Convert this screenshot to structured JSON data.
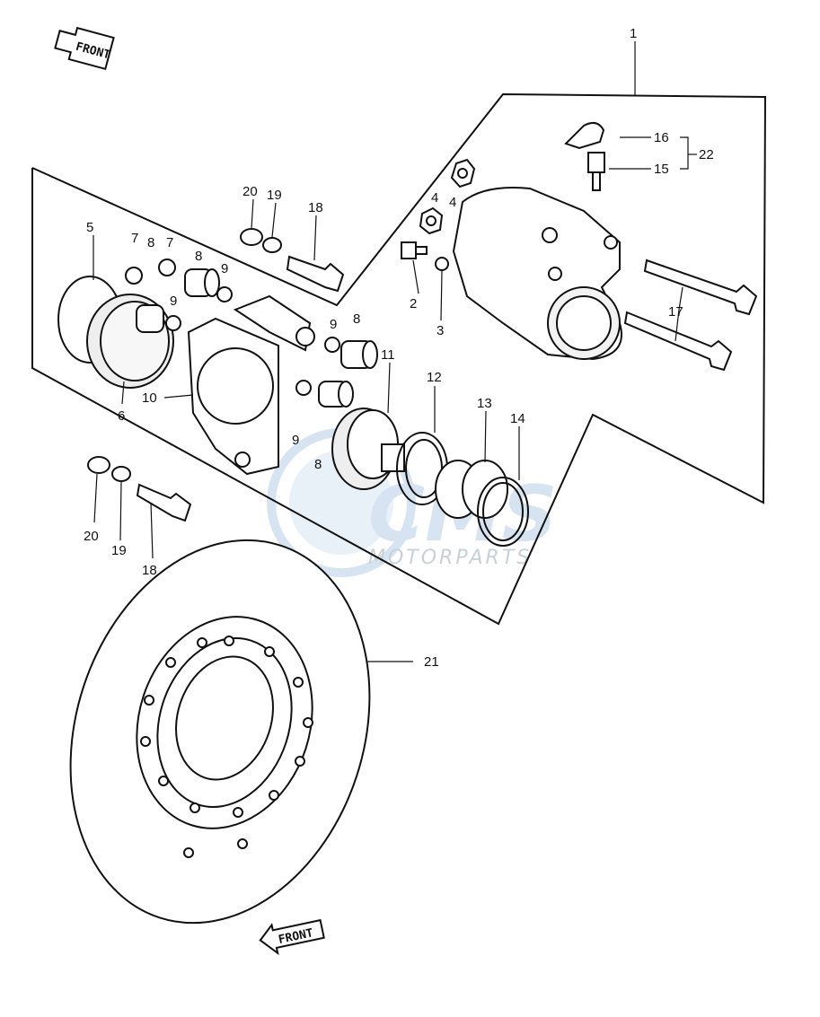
{
  "front_arrow_label": "FRONT",
  "watermark": {
    "brand": "CMS",
    "sub": "MOTORPARTS"
  },
  "callouts": {
    "c1": "1",
    "c2": "2",
    "c3": "3",
    "c4a": "4",
    "c4b": "4",
    "c5": "5",
    "c6": "6",
    "c7a": "7",
    "c7b": "7",
    "c8a": "8",
    "c8b": "8",
    "c8c": "8",
    "c8d": "8",
    "c9a": "9",
    "c9b": "9",
    "c9c": "9",
    "c9d": "9",
    "c10": "10",
    "c11": "11",
    "c12": "12",
    "c13": "13",
    "c14": "14",
    "c15": "15",
    "c16": "16",
    "c17": "17",
    "c18a": "18",
    "c18b": "18",
    "c19a": "19",
    "c19b": "19",
    "c20a": "20",
    "c20b": "20",
    "c21": "21",
    "c22": "22"
  },
  "colors": {
    "ink": "#111111",
    "watermark": "#cfe0ef"
  }
}
